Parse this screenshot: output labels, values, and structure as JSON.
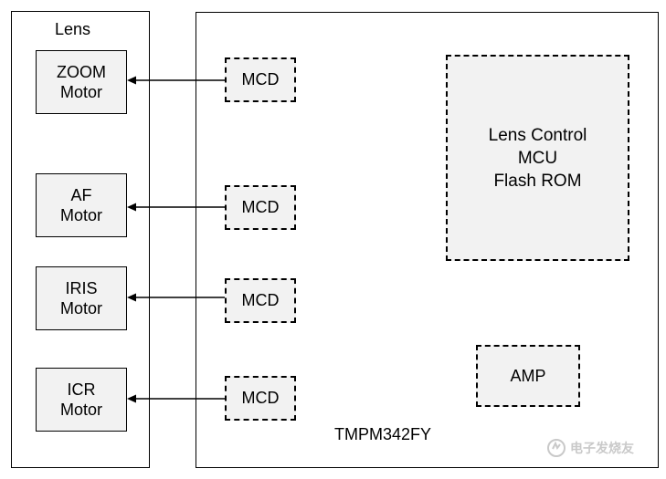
{
  "lens_label": "Lens",
  "chip_label": "TMPM342FY",
  "motors": [
    {
      "line1": "ZOOM",
      "line2": "Motor"
    },
    {
      "line1": "AF",
      "line2": "Motor"
    },
    {
      "line1": "IRIS",
      "line2": "Motor"
    },
    {
      "line1": "ICR",
      "line2": "Motor"
    }
  ],
  "mcd_label": "MCD",
  "mcu": {
    "line1": "Lens Control",
    "line2": "MCU",
    "line3": "Flash ROM"
  },
  "amp_label": "AMP",
  "watermark": "电子发烧友"
}
